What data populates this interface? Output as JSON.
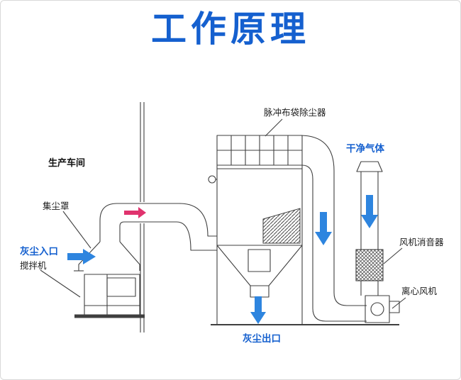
{
  "title": "工作原理",
  "colors": {
    "title": "#1560cf",
    "blue_label": "#1560cf",
    "flow_arrow_blue": "#2e85df",
    "duct_arrow_red": "#e0336e",
    "diagram_line": "#3f3f3f",
    "background": "#ffffff"
  },
  "labels": {
    "workshop": "生产车间",
    "hood": "集尘罩",
    "dust_inlet": "灰尘入口",
    "mixer": "搅拌机",
    "filter": "脉冲布袋除尘器",
    "clean_gas": "干净气体",
    "muffler": "风机消音器",
    "fan": "离心风机",
    "dust_outlet": "灰尘出口"
  },
  "flow_arrows": [
    {
      "name": "dust-inlet-arrow",
      "direction": "right",
      "color": "blue"
    },
    {
      "name": "duct-flow-arrow",
      "direction": "right",
      "color": "red"
    },
    {
      "name": "downcomer-arrow",
      "direction": "down",
      "color": "blue"
    },
    {
      "name": "stack-arrow",
      "direction": "down",
      "color": "blue"
    },
    {
      "name": "dust-outlet-arrow",
      "direction": "down",
      "color": "blue"
    }
  ]
}
